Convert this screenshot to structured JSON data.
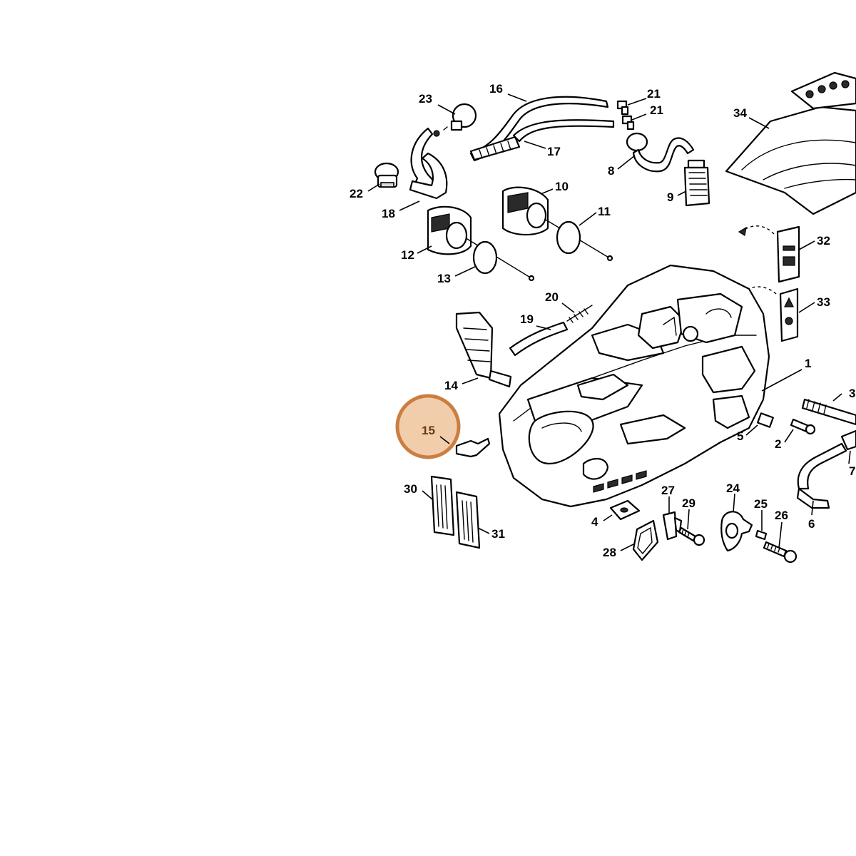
{
  "highlight": {
    "label": "15",
    "fill": "#f2caa6",
    "stroke": "#c87533",
    "text_color": "#6b3a12"
  },
  "labels": {
    "l1": "1",
    "l2": "2",
    "l3": "3",
    "l4": "4",
    "l5": "5",
    "l6": "6",
    "l7": "7",
    "l8": "8",
    "l9": "9",
    "l10": "10",
    "l11": "11",
    "l12": "12",
    "l13": "13",
    "l14": "14",
    "l16": "16",
    "l17": "17",
    "l18": "18",
    "l19": "19",
    "l20": "20",
    "l21a": "21",
    "l21b": "21",
    "l22": "22",
    "l23": "23",
    "l24": "24",
    "l25": "25",
    "l26": "26",
    "l27": "27",
    "l28": "28",
    "l29": "29",
    "l30": "30",
    "l31": "31",
    "l32": "32",
    "l33": "33",
    "l34": "34"
  }
}
